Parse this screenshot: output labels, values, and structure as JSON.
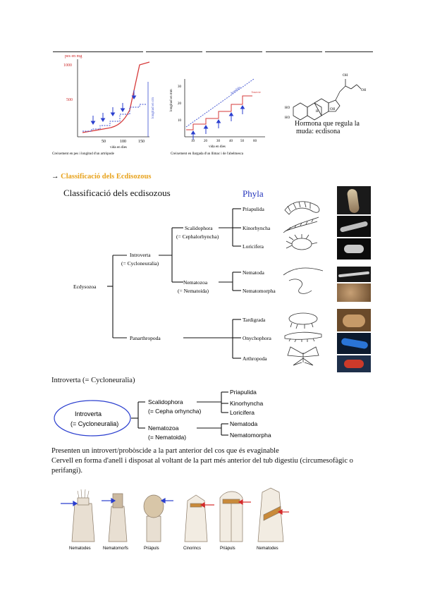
{
  "top_figures": {
    "graph1": {
      "ylabel": "pes en mg",
      "y_ticks": [
        "1000",
        "500"
      ],
      "x_ticks": [
        "50",
        "100",
        "150"
      ],
      "xlabel": "vida en dies",
      "right_axis": "longitud en cm",
      "caption": "Creixement en pes i longitud d'un artròpode"
    },
    "graph2": {
      "ylabel": "longitud en mm",
      "y_ticks": [
        "30",
        "20",
        "10"
      ],
      "x_ticks": [
        "10",
        "20",
        "30",
        "40",
        "50",
        "60"
      ],
      "xlabel": "vida en dies",
      "series_blue": "Annelida",
      "series_red": "Insecte",
      "caption": "Creixement en llargada d'un llimac i de l'abelmesca"
    },
    "hormone": {
      "labels": [
        "OH",
        "HO",
        "OH",
        "OH",
        "H",
        "HO"
      ],
      "caption_line1": "Hormona que regula la",
      "caption_line2": "muda: ecdisona"
    }
  },
  "section_heading": "Classificació dels Ecdisozous",
  "figure1": {
    "title": "Classificació dels ecdisozous",
    "phyla_header": "Phyla",
    "root": "Ecdysozoa",
    "introverta": {
      "name": "Introverta",
      "alt": "(= Cycloneuralia)"
    },
    "scalidophora": {
      "name": "Scalidophora",
      "alt": "(= Cephalorhyncha)"
    },
    "nematozoa": {
      "name": "Nematozoa",
      "alt": "(= Nematoida)"
    },
    "panarthropoda": {
      "name": "Panarthropoda"
    },
    "phyla": [
      "Priapulida",
      "Kinorhyncha",
      "Loricifera",
      "Nematoda",
      "Nematomorpha",
      "Tardigrada",
      "Onychophora",
      "Arthropoda"
    ]
  },
  "subheading": "Introverta (= Cycloneuralia)",
  "figure2": {
    "root": "Introverta",
    "root_alt": "(= Cycloneuralia)",
    "scal": "Scalidophora",
    "scal_alt": "(= Cepha orhyncha)",
    "nema": "Nematozoa",
    "nema_alt": "(= Nematoida)",
    "phyla": [
      "Priapulida",
      "Kinorhyncha",
      "Loricifera",
      "Nematoda",
      "Nematomorpha"
    ]
  },
  "paragraph1": "Presenten un introvert/probòscide a la part anterior del cos que és evaginable",
  "paragraph2": "Cervell en forma d'anell i disposat al voltant de la part més anterior del tub digestiu (circumesofàgic o perifangi).",
  "bottom_figure": {
    "labels": [
      "Nematodes",
      "Nematomorfs",
      "Priàpuls",
      "Cinorincs",
      "Priàpuls",
      "Nematodes"
    ]
  },
  "colors": {
    "heading_orange": "#e8a21b",
    "phyla_blue": "#2233bb",
    "arrow_red": "#d42a2a",
    "arrow_blue": "#2b3fcf",
    "curve_red": "#d63a3a",
    "curve_blue": "#3a4ed0"
  }
}
